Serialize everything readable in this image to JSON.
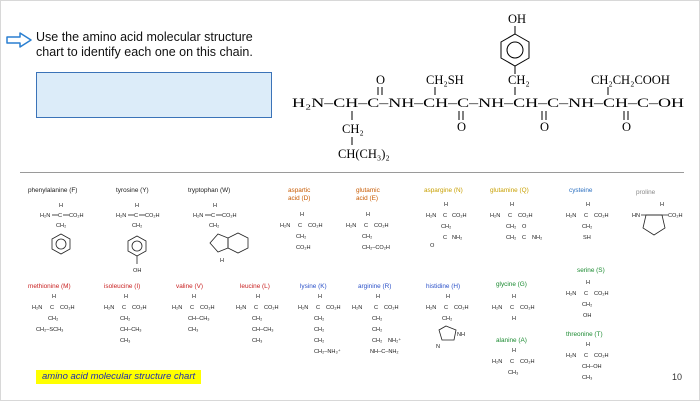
{
  "prompt": {
    "line1": "Use the amino acid molecular structure",
    "line2": "chart to identify each one on this chain."
  },
  "chain": {
    "oh_top": "OH",
    "n_terminus": "H₂N–CH–C–NH–CH–C–NH–CH–C–NH–CH–C–OH",
    "side_ch2sh": "CH₂SH",
    "side_ch2_tyr": "CH₂",
    "side_ch2ch2cooh": "CH₂CH₂COOH",
    "side_ch2_bottom": "CH₂",
    "side_ch_ch3_2": "CH(CH₃)₂",
    "carbonyl_o": "O"
  },
  "amino_acids": {
    "phenylalanine": "phenylalanine (F)",
    "tyrosine": "tyrosine (Y)",
    "tryptophan": "tryptophan (W)",
    "aspartic_1": "aspartic",
    "aspartic_2": "acid (D)",
    "glutamic_1": "glutamic",
    "glutamic_2": "acid (E)",
    "asparagine": "aspargine (N)",
    "glutamine": "glutamine (Q)",
    "cysteine": "cysteine",
    "proline": "proline",
    "serine": "serine (S)",
    "methionine": "methionine (M)",
    "isoleucine": "isoleucine (I)",
    "valine": "valine (V)",
    "leucine": "leucine (L)",
    "lysine": "lysine (K)",
    "arginine": "arginine (R)",
    "histidine": "histidine (H)",
    "glycine": "glycine (G)",
    "alanine": "alanine (A)",
    "threonine": "threonine (T)"
  },
  "atoms": {
    "h": "H",
    "h2n": "H₂N",
    "co2h": "CO₂H",
    "c": "C",
    "ch2": "CH₂",
    "ch3": "CH₃",
    "oh": "OH",
    "sh": "SH",
    "nh": "NH",
    "hn": "HN",
    "o": "O",
    "nh2": "NH₂",
    "ch_ch3": "CH–CH₃",
    "ch2_sch3": "CH₂–SCH₃",
    "ch2_co2h": "CH₂–CO₂H",
    "ch2_nh3": "CH₂–NH₃⁺",
    "nh2_plus": "NH₂⁺",
    "nh_c_nh2": "NH–C–NH₂",
    "ch_oh": "CH–OH",
    "n": "N"
  },
  "caption": "amino acid molecular structure chart",
  "page_number": "10",
  "colors": {
    "accent_blue": "#1f2fb0",
    "arrow": "#2a7fd1",
    "highlight": "#ffff00",
    "answer_box": "#dcecf9"
  }
}
